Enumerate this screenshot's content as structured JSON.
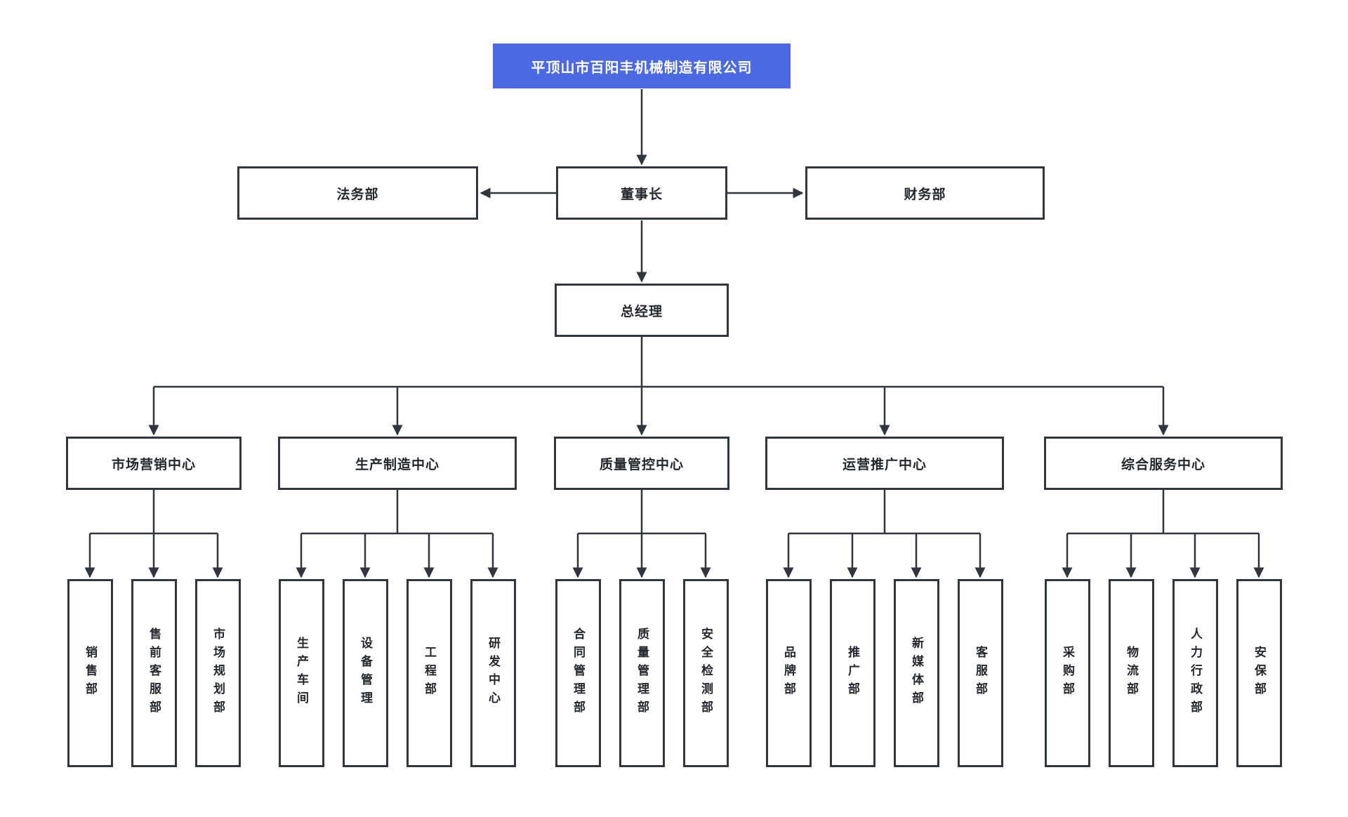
{
  "diagram": {
    "type": "org-chart",
    "colors": {
      "root_fill": "#4a69e2",
      "root_text": "#ffffff",
      "line": "#30363f",
      "node_fill": "#ffffff",
      "node_text": "#23282f"
    },
    "root": {
      "label": "平顶山市百阳丰机械制造有限公司"
    },
    "level2": {
      "legal": "法务部",
      "chairman": "董事长",
      "finance": "财务部"
    },
    "level3": {
      "general_manager": "总经理"
    },
    "centers": [
      {
        "label": "市场营销中心",
        "departments": [
          "销售部",
          "售前客服部",
          "市场规划部"
        ]
      },
      {
        "label": "生产制造中心",
        "departments": [
          "生产车间",
          "设备管理",
          "工程部",
          "研发中心"
        ]
      },
      {
        "label": "质量管控中心",
        "departments": [
          "合同管理部",
          "质量管理部",
          "安全检测部"
        ]
      },
      {
        "label": "运营推广中心",
        "departments": [
          "品牌部",
          "推广部",
          "新媒体部",
          "客服部"
        ]
      },
      {
        "label": "综合服务中心",
        "departments": [
          "采购部",
          "物流部",
          "人力行政部",
          "安保部"
        ]
      }
    ]
  }
}
